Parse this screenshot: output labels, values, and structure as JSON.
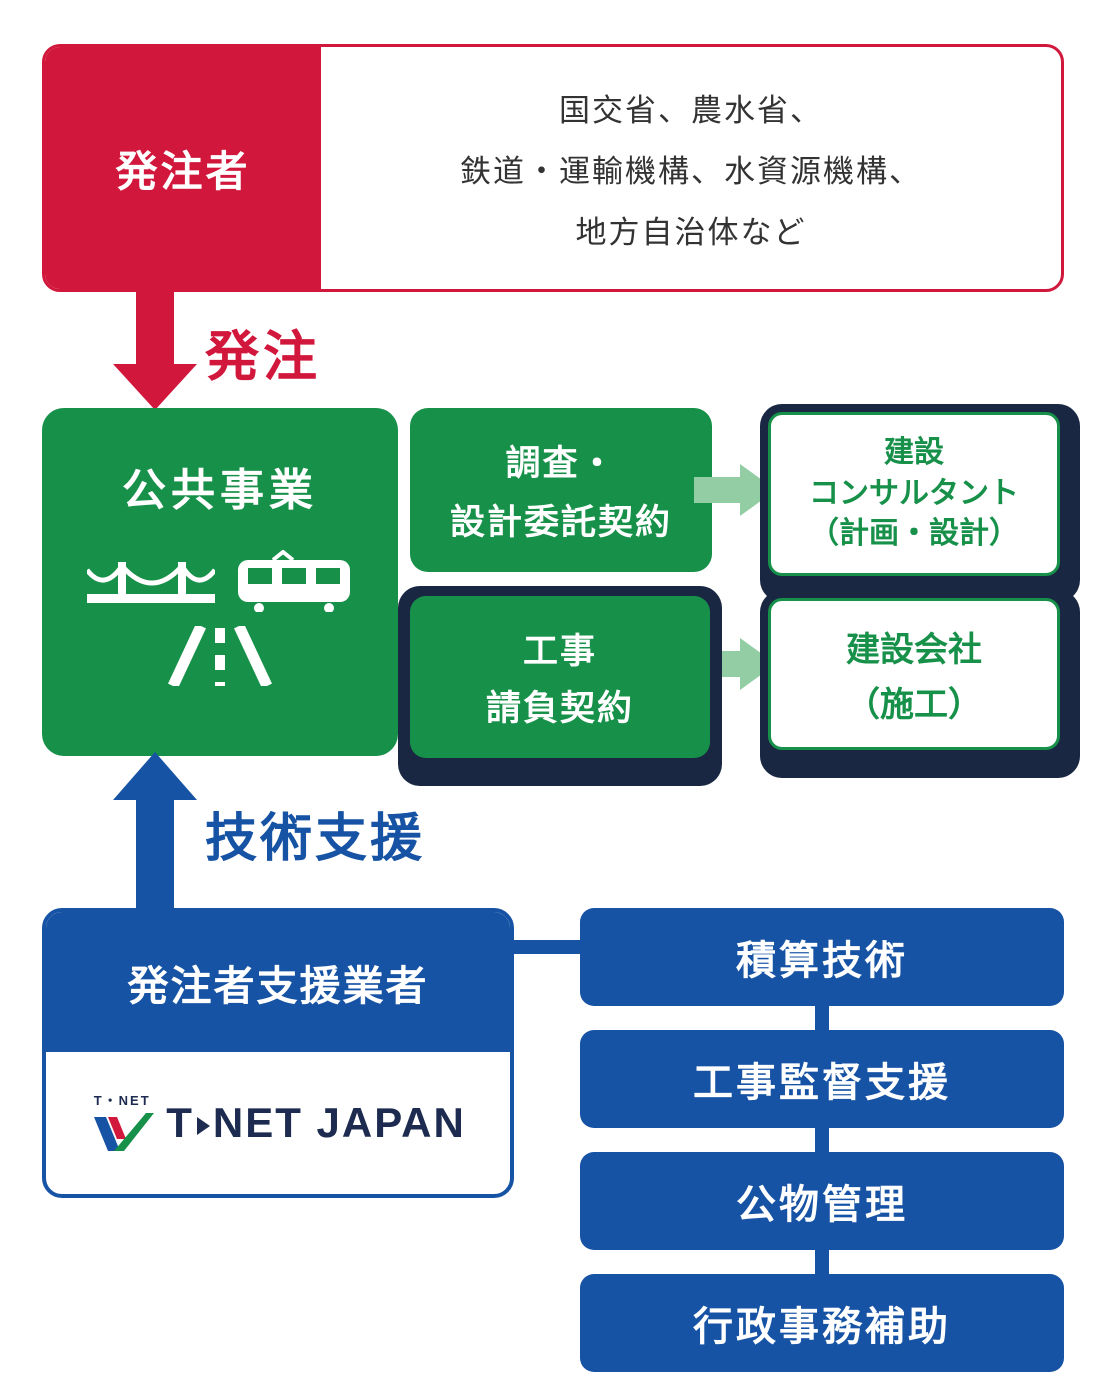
{
  "colors": {
    "red": "#d2173c",
    "green": "#17914a",
    "light_green": "#93cda4",
    "navy": "#1a2742",
    "blue": "#1753a4",
    "text_dark": "#333333"
  },
  "orderer": {
    "title": "発注者",
    "members": [
      "国交省、農水省、",
      "鉄道・運輸機構、水資源機構、",
      "地方自治体など"
    ]
  },
  "order_arrow_label": "発注",
  "public_works": {
    "title": "公共事業"
  },
  "survey_contract": {
    "lines": [
      "調査・",
      "設計委託契約"
    ]
  },
  "consultant": {
    "lines": [
      "建設",
      "コンサルタント",
      "（計画・設計）"
    ]
  },
  "construction_contract": {
    "lines": [
      "工事",
      "請負契約"
    ]
  },
  "construction_company": {
    "lines": [
      "建設会社",
      "（施工）"
    ]
  },
  "support_arrow_label": "技術支援",
  "support_company": {
    "title": "発注者支援業者",
    "logo": {
      "small_text": "T・NET",
      "main_prefix": "T",
      "main_suffix": "NET JAPAN"
    }
  },
  "services": [
    "積算技術",
    "工事監督支援",
    "公物管理",
    "行政事務補助"
  ]
}
